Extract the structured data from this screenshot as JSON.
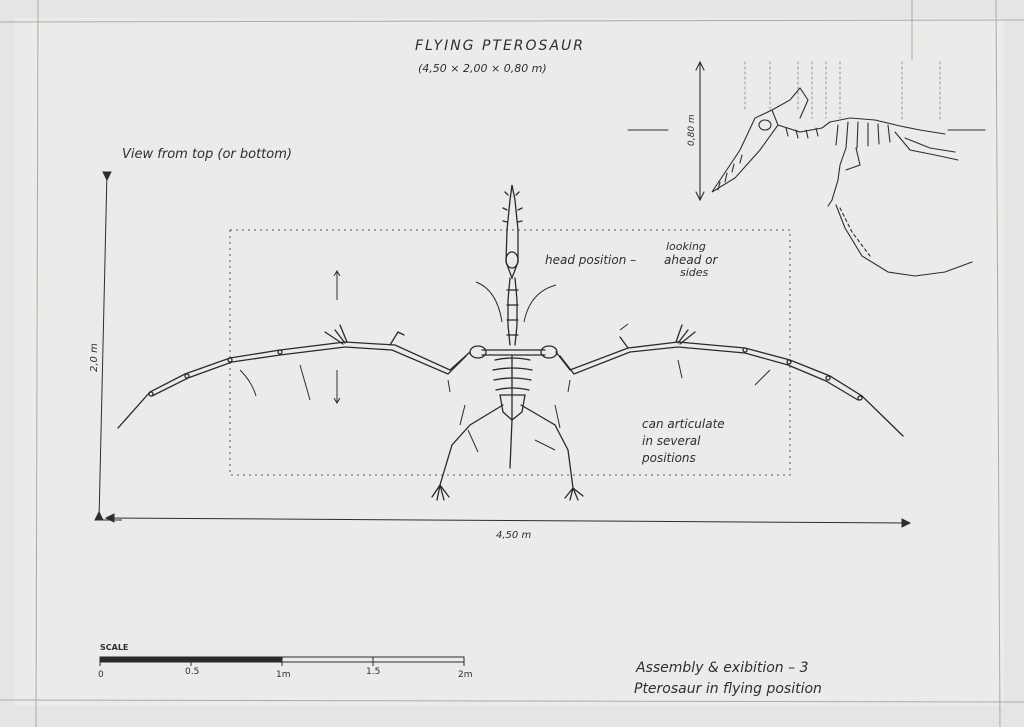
{
  "title": "FLYING PTEROSAUR",
  "dimensions": "(4,50 × 2,00 × 0,80 m)",
  "view_label": "View from top (or bottom)",
  "height_dim": "2,0 m",
  "width_dim": "4,50 m",
  "side_height_dim": "0,80 m",
  "head_note_a": "head position –",
  "head_note_b": "looking",
  "head_note_c": "ahead or",
  "head_note_d": "sides",
  "articulate_1": "can articulate",
  "articulate_2": "in several",
  "articulate_3": "positions",
  "scale": {
    "label": "SCALE",
    "ticks": [
      "0",
      "0.5",
      "1m",
      "1.5",
      "2m"
    ]
  },
  "caption_1": "Assembly & exibition – 3",
  "caption_2": "Pterosaur in flying position"
}
